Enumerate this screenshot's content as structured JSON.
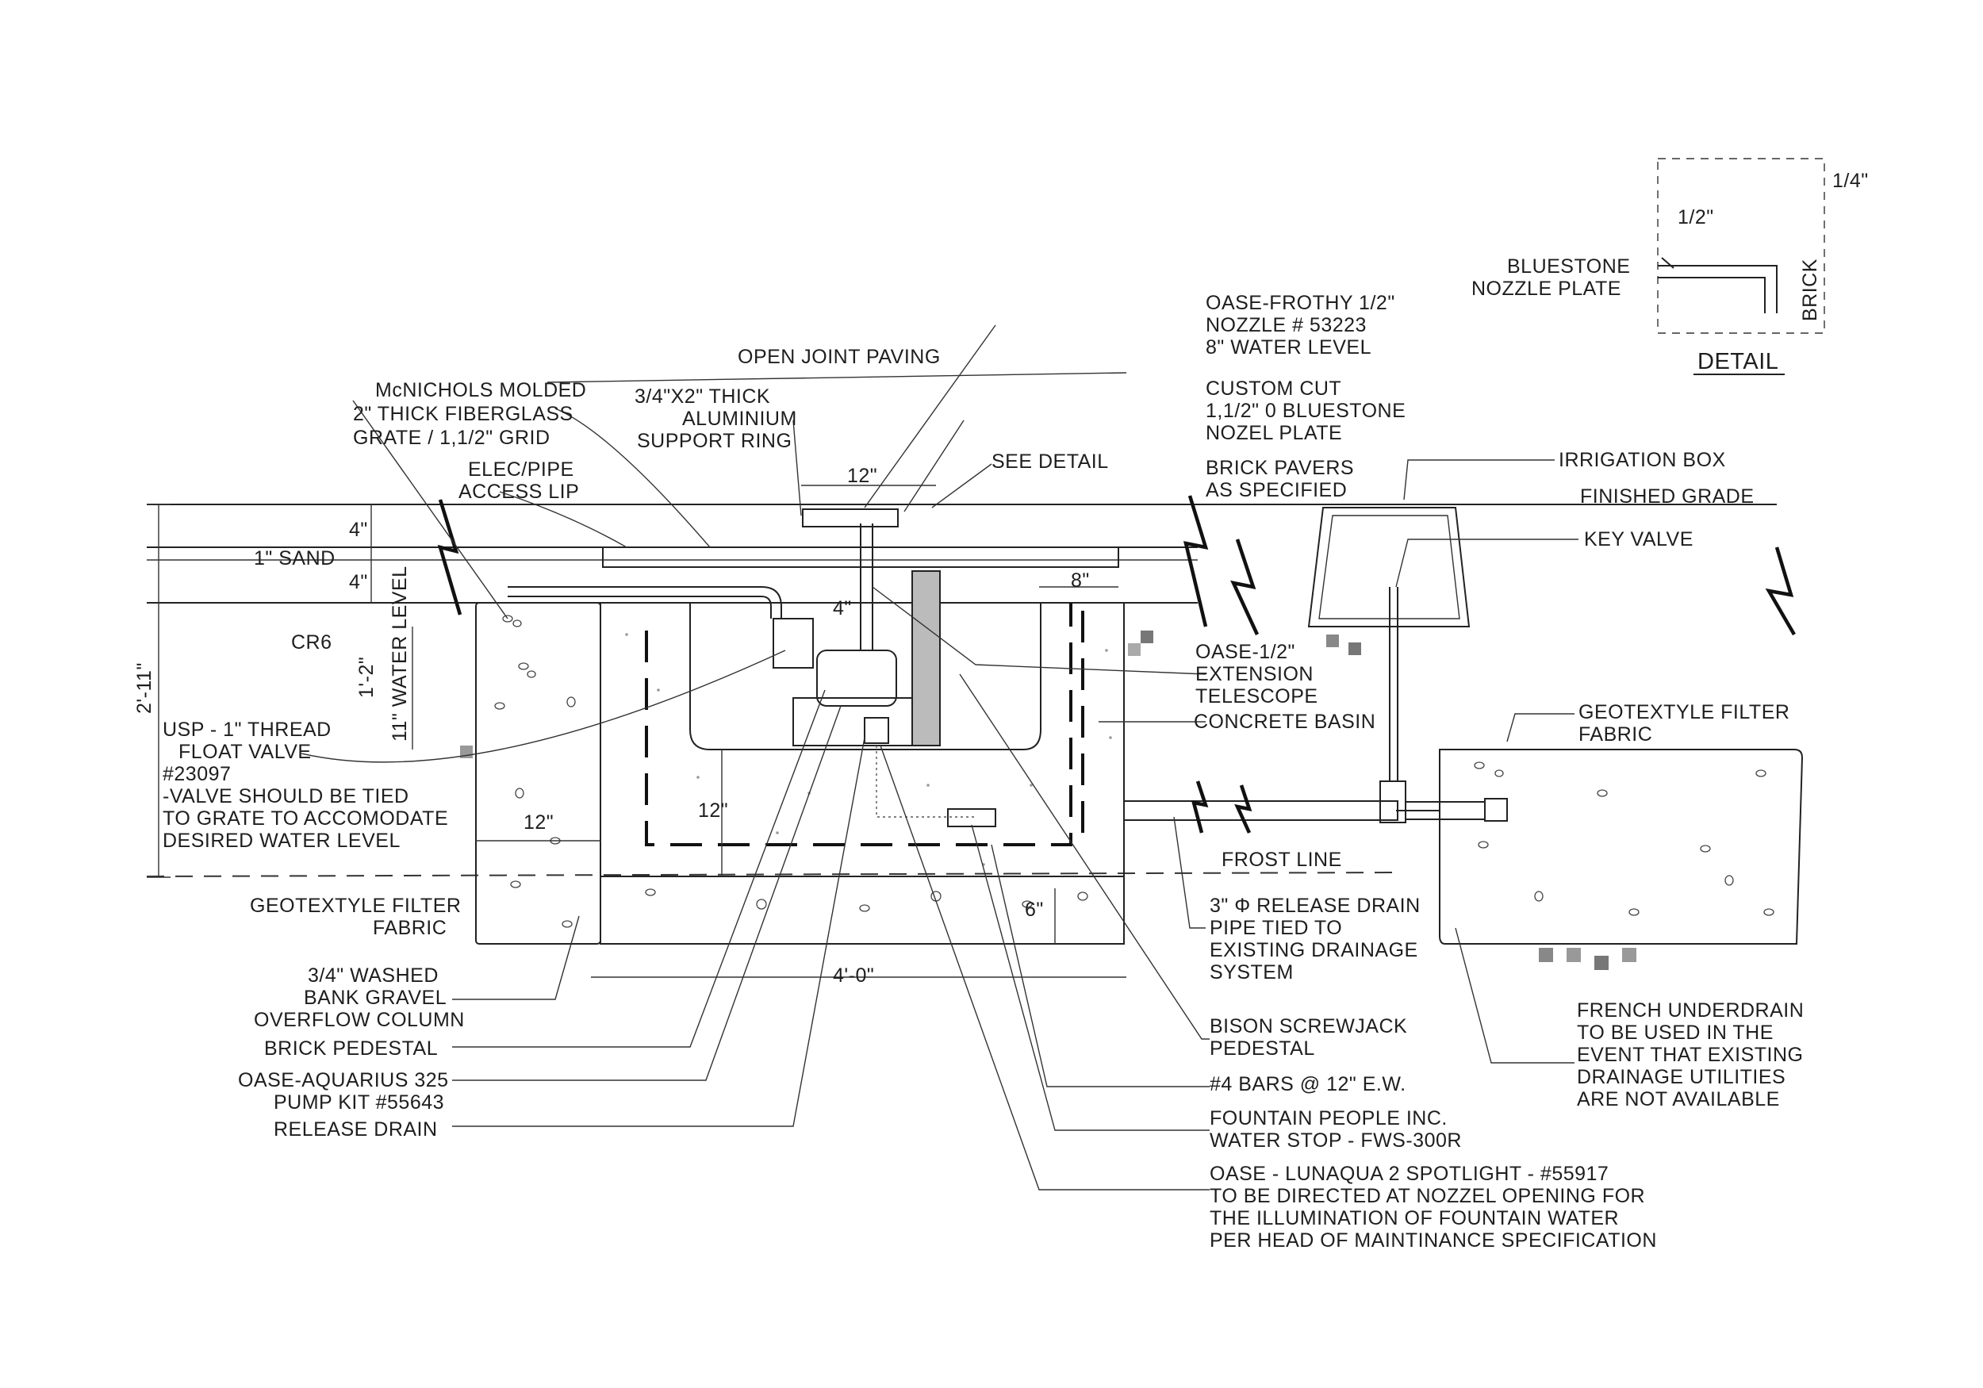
{
  "labels": {
    "open_joint_paving": "OPEN JOINT PAVING",
    "mcnichols_1": "McNICHOLS MOLDED",
    "mcnichols_2": "2\" THICK FIBERGLASS",
    "mcnichols_3": "GRATE / 1,1/2\" GRID",
    "ring_1": "3/4\"X2\" THICK",
    "ring_2": "ALUMINIUM",
    "ring_3": "SUPPORT RING",
    "elec_1": "ELEC/PIPE",
    "elec_2": "ACCESS LIP",
    "sand": "1\" SAND",
    "cr6": "CR6",
    "usp_1": "USP - 1\" THREAD",
    "usp_2": "FLOAT VALVE",
    "usp_3": "#23097",
    "usp_4": "-VALVE SHOULD BE TIED",
    "usp_5": "TO GRATE TO ACCOMODATE",
    "usp_6": "DESIRED WATER LEVEL",
    "geotex_left_1": "GEOTEXTYLE FILTER",
    "geotex_left_2": "FABRIC",
    "gravel_1": "3/4\" WASHED",
    "gravel_2": "BANK GRAVEL",
    "gravel_3": "OVERFLOW COLUMN",
    "brick_pedestal": "BRICK PEDESTAL",
    "pump_1": "OASE-AQUARIUS 325",
    "pump_2": "PUMP KIT #55643",
    "release_drain": "RELEASE DRAIN",
    "frothy_1": "OASE-FROTHY 1/2\"",
    "frothy_2": "NOZZLE # 53223",
    "frothy_3": "8\" WATER LEVEL",
    "custom_1": "CUSTOM CUT",
    "custom_2": "1,1/2\" 0 BLUESTONE",
    "custom_3": "NOZEL PLATE",
    "see_detail": "SEE DETAIL",
    "pavers_1": "BRICK PAVERS",
    "pavers_2": "AS SPECIFIED",
    "irrigation_box": "IRRIGATION BOX",
    "finished_grade": "FINISHED GRADE",
    "key_valve": "KEY VALVE",
    "ext_1": "OASE-1/2\"",
    "ext_2": "EXTENSION",
    "ext_3": "TELESCOPE",
    "concrete_basin": "CONCRETE BASIN",
    "geotex_right_1": "GEOTEXTYLE FILTER",
    "geotex_right_2": "FABRIC",
    "frost_line": "FROST LINE",
    "rel_pipe_1": "3\" Φ RELEASE DRAIN",
    "rel_pipe_2": "PIPE TIED TO",
    "rel_pipe_3": "EXISTING DRAINAGE",
    "rel_pipe_4": "SYSTEM",
    "bison_1": "BISON SCREWJACK",
    "bison_2": "PEDESTAL",
    "bars": "#4 BARS @ 12\" E.W.",
    "fountain_1": "FOUNTAIN PEOPLE INC.",
    "fountain_2": "WATER STOP - FWS-300R",
    "lunaqua_1": "OASE - LUNAQUA 2 SPOTLIGHT - #55917",
    "lunaqua_2": "TO BE DIRECTED AT NOZZEL OPENING FOR",
    "lunaqua_3": "THE ILLUMINATION OF FOUNTAIN WATER",
    "lunaqua_4": "PER HEAD OF MAINTINANCE SPECIFICATION",
    "french_1": "FRENCH UNDERDRAIN",
    "french_2": "TO BE USED IN THE",
    "french_3": "EVENT THAT EXISTING",
    "french_4": "DRAINAGE UTILITIES",
    "french_5": "ARE NOT AVAILABLE",
    "detail_title": "DETAIL",
    "detail_bluestone_1": "BLUESTONE",
    "detail_bluestone_2": "NOZZLE PLATE",
    "detail_brick": "BRICK",
    "detail_half": "1/2\"",
    "detail_quarter": "1/4\""
  },
  "dimensions": {
    "total_height": "2'-11\"",
    "paving": "4\"",
    "base": "4\"",
    "basin_depth": "1'-2\"",
    "water_level": "11\" WATER LEVEL",
    "nozzle_width": "12\"",
    "pump_height": "4\"",
    "wall_thickness": "8\"",
    "gravel_width": "12\"",
    "pedestal_height": "12\"",
    "slab_thickness": "6\"",
    "basin_width": "4'-0\""
  }
}
